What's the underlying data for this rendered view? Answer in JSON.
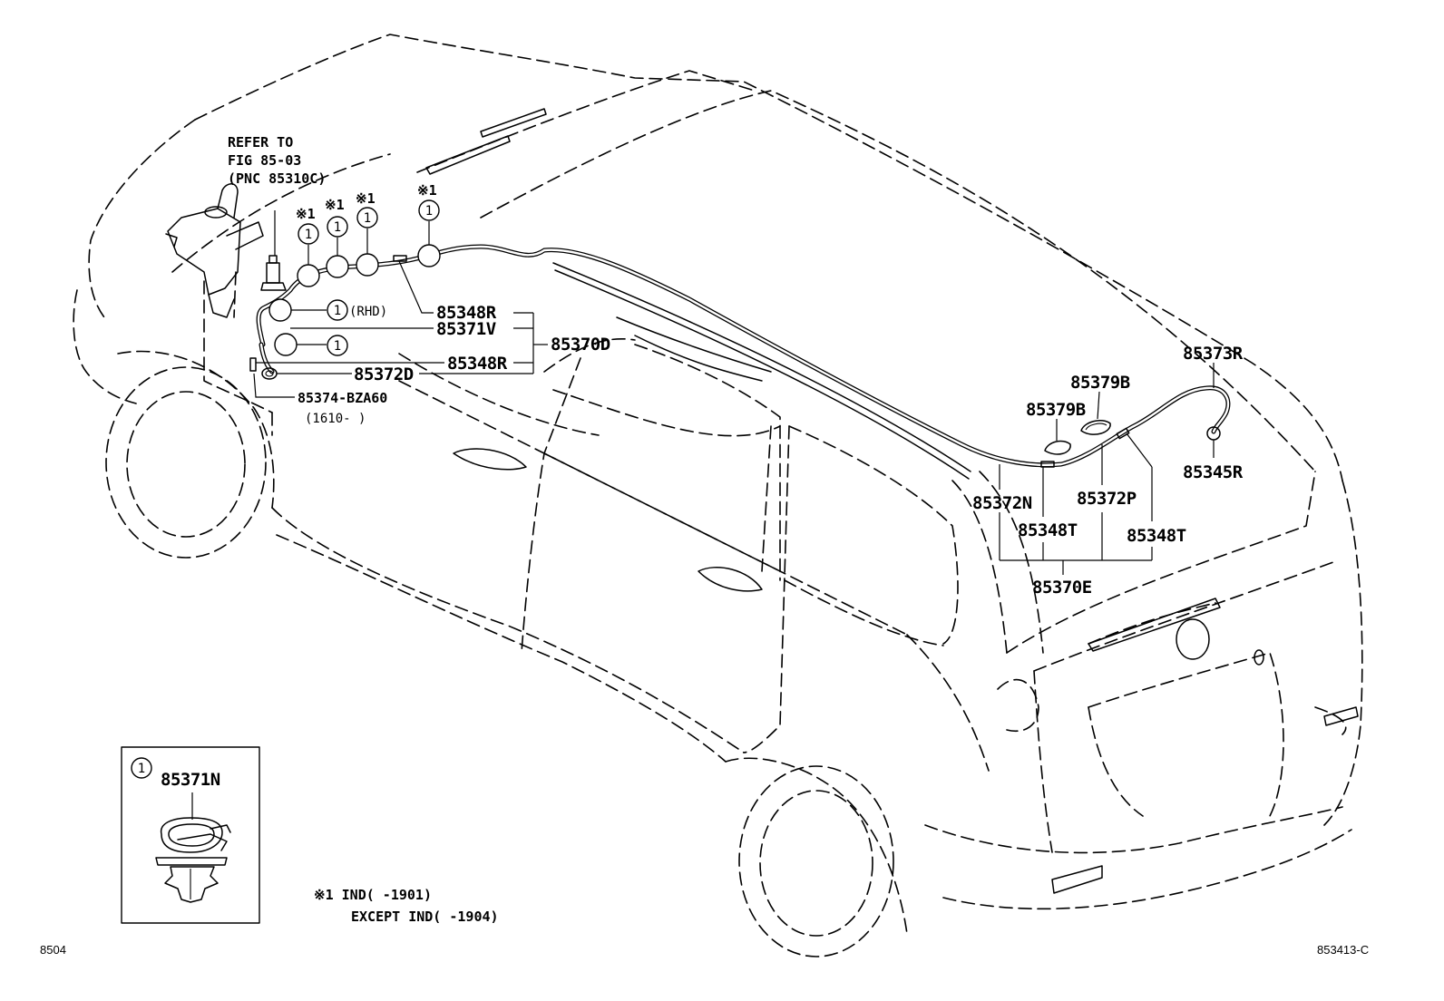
{
  "refer": {
    "line1": "REFER TO",
    "line2": "FIG 85-03",
    "line3": "(PNC 85310C)"
  },
  "circle_mark": "1",
  "note_mark": "※1",
  "rhd": "(RHD)",
  "labels": {
    "p85348R_a": "85348R",
    "p85371V": "85371V",
    "p85370D": "85370D",
    "p85348R_b": "85348R",
    "p85372D": "85372D",
    "p85374": "85374-BZA60",
    "p85374_date": "(1610-    )",
    "p85373R": "85373R",
    "p85379B_a": "85379B",
    "p85379B_b": "85379B",
    "p85345R": "85345R",
    "p85372N": "85372N",
    "p85372P": "85372P",
    "p85348T_a": "85348T",
    "p85348T_b": "85348T",
    "p85370E": "85370E"
  },
  "inset": {
    "part": "85371N"
  },
  "footnote": {
    "line1": "※1 IND(    -1901)",
    "line2": "EXCEPT IND(    -1904)"
  },
  "figure_code_left": "8504",
  "figure_code_right": "853413-C"
}
